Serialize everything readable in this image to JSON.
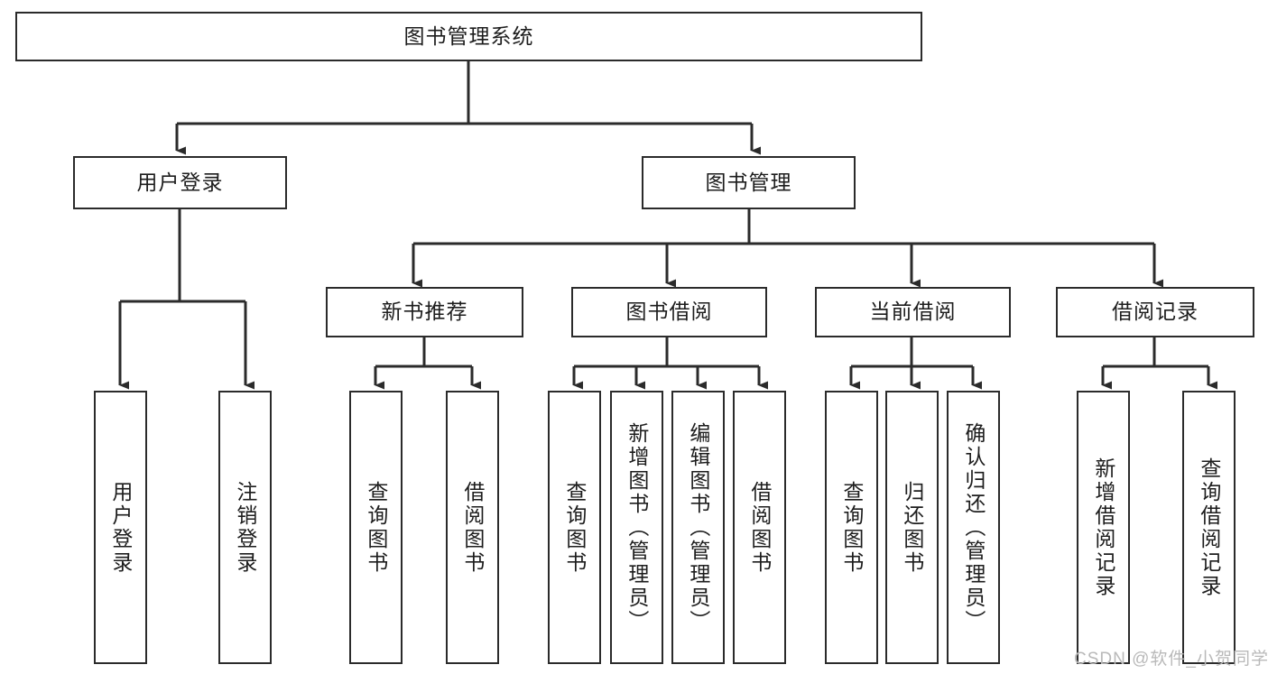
{
  "diagram": {
    "title": "图书管理系统",
    "type": "tree-hierarchy",
    "watermark": "CSDN @软件_小贺同学",
    "colors": {
      "border": "#2b2b2b",
      "background": "#ffffff",
      "text": "#1d1d1d",
      "watermark": "#b9b9b9"
    },
    "levels": {
      "root": {
        "label": "图书管理系统"
      },
      "level2": [
        {
          "id": "user-login",
          "label": "用户登录"
        },
        {
          "id": "book-manage",
          "label": "图书管理"
        }
      ],
      "level3": [
        {
          "id": "new-book-recommend",
          "label": "新书推荐",
          "parent": "book-manage"
        },
        {
          "id": "book-borrow",
          "label": "图书借阅",
          "parent": "book-manage"
        },
        {
          "id": "current-borrow",
          "label": "当前借阅",
          "parent": "book-manage"
        },
        {
          "id": "borrow-record",
          "label": "借阅记录",
          "parent": "book-manage"
        }
      ],
      "leaves": [
        {
          "id": "leaf-user-login",
          "label": "用户登录",
          "parent": "user-login"
        },
        {
          "id": "leaf-logout-login",
          "label": "注销登录",
          "parent": "user-login"
        },
        {
          "id": "leaf-query-book-1",
          "label": "查询图书",
          "parent": "new-book-recommend"
        },
        {
          "id": "leaf-borrow-book-1",
          "label": "借阅图书",
          "parent": "new-book-recommend"
        },
        {
          "id": "leaf-query-book-2",
          "label": "查询图书",
          "parent": "book-borrow"
        },
        {
          "id": "leaf-add-book",
          "label": "新增图书（管理员）",
          "parent": "book-borrow"
        },
        {
          "id": "leaf-edit-book",
          "label": "编辑图书（管理员）",
          "parent": "book-borrow"
        },
        {
          "id": "leaf-borrow-book-2",
          "label": "借阅图书",
          "parent": "book-borrow"
        },
        {
          "id": "leaf-query-book-3",
          "label": "查询图书",
          "parent": "current-borrow"
        },
        {
          "id": "leaf-return-book",
          "label": "归还图书",
          "parent": "current-borrow"
        },
        {
          "id": "leaf-confirm-return",
          "label": "确认归还（管理员）",
          "parent": "current-borrow"
        },
        {
          "id": "leaf-add-record",
          "label": "新增借阅记录",
          "parent": "borrow-record"
        },
        {
          "id": "leaf-query-record",
          "label": "查询借阅记录",
          "parent": "borrow-record"
        }
      ]
    }
  }
}
